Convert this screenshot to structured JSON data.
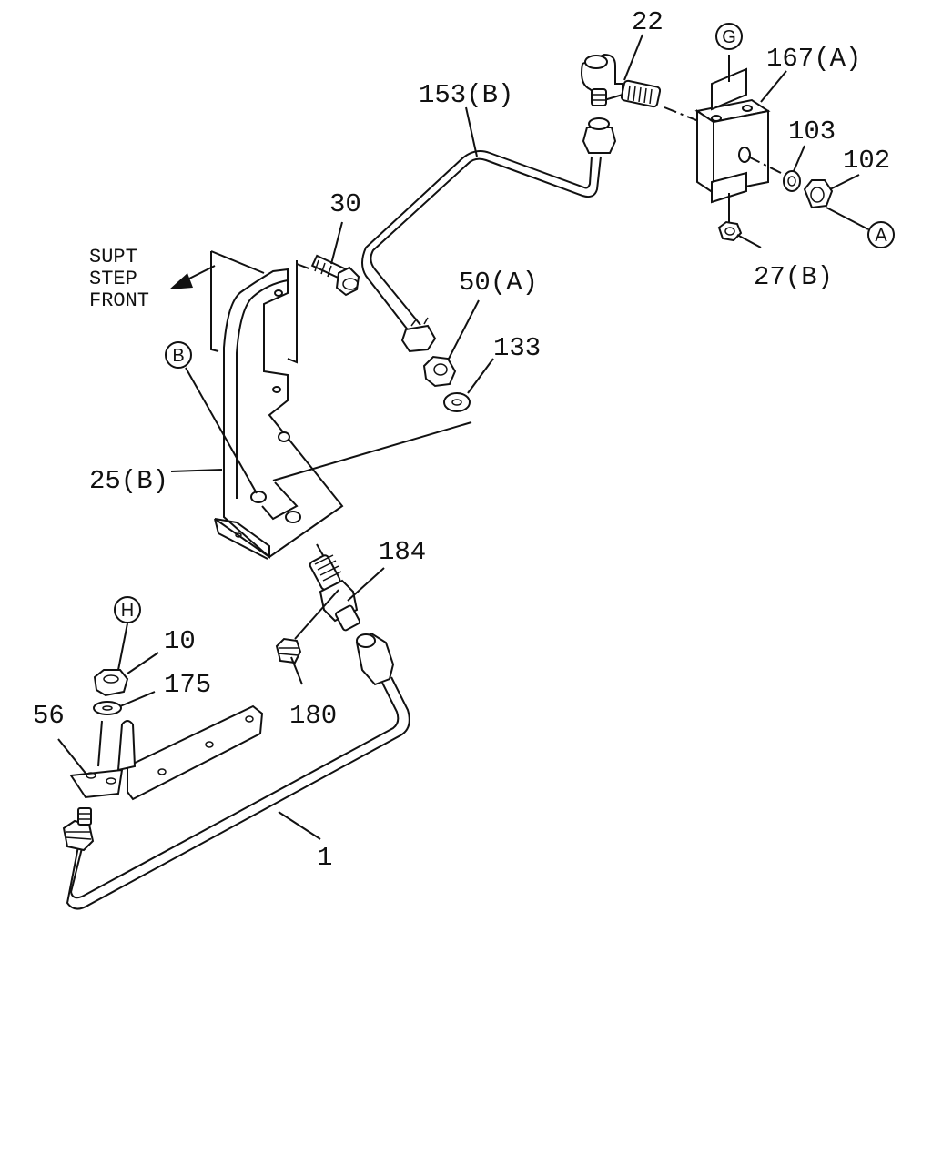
{
  "callouts": {
    "p22": "22",
    "p153b": "153(B)",
    "p167a": "167(A)",
    "p103": "103",
    "p102": "102",
    "p27b": "27(B)",
    "p30": "30",
    "p50a": "50(A)",
    "p133": "133",
    "p25b": "25(B)",
    "p184": "184",
    "p10": "10",
    "p175": "175",
    "p56": "56",
    "p180": "180",
    "p1": "1"
  },
  "ref_circles": {
    "g": "G",
    "a": "A",
    "b": "B",
    "h": "H"
  },
  "direction_note": {
    "line1": "SUPT",
    "line2": "STEP",
    "line3": "FRONT"
  }
}
